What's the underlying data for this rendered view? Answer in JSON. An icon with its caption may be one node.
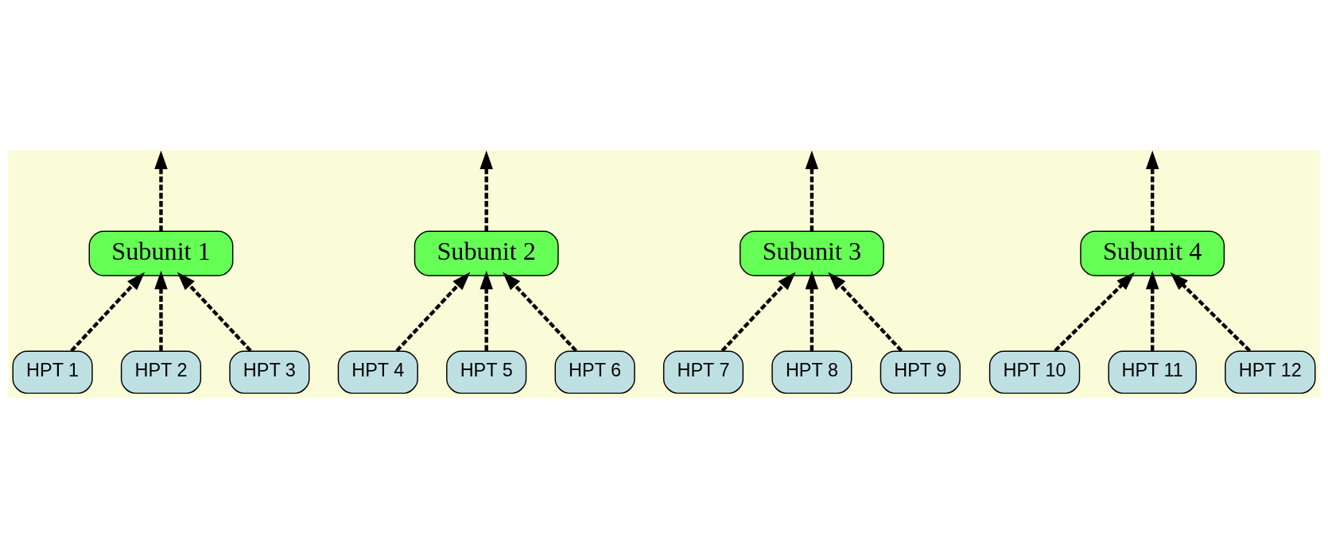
{
  "diagram": {
    "nodes": [
      {
        "text": [
          "Subunit 1"
        ]
      },
      {
        "text": [
          "Subunit 2"
        ]
      },
      {
        "text": [
          "Subunit 3"
        ]
      },
      {
        "text": [
          "Subunit 4"
        ]
      },
      {
        "text": [
          "HPT 1"
        ]
      },
      {
        "text": [
          "HPT 2"
        ]
      },
      {
        "text": [
          "HPT 3"
        ]
      },
      {
        "text": [
          "HPT 4"
        ]
      },
      {
        "text": [
          "HPT 5"
        ]
      },
      {
        "text": [
          "HPT 6"
        ]
      },
      {
        "text": [
          "HPT 7"
        ]
      },
      {
        "text": [
          "HPT 8"
        ]
      },
      {
        "text": [
          "HPT 9"
        ]
      },
      {
        "text": [
          "HPT 10"
        ]
      },
      {
        "text": [
          "HPT 11"
        ]
      },
      {
        "text": [
          "HPT 12"
        ]
      }
    ],
    "edges": [
      {
        "from": 4,
        "to": 0,
        "arrow": "to",
        "style": "dashed"
      },
      {
        "from": 5,
        "to": 0,
        "arrow": "to",
        "style": "dashed"
      },
      {
        "from": 6,
        "to": 0,
        "arrow": "to",
        "style": "dashed"
      },
      {
        "from": 7,
        "to": 1,
        "arrow": "to",
        "style": "dashed"
      },
      {
        "from": 8,
        "to": 1,
        "arrow": "to",
        "style": "dashed"
      },
      {
        "from": 9,
        "to": 1,
        "arrow": "to",
        "style": "dashed"
      },
      {
        "from": 10,
        "to": 2,
        "arrow": "to",
        "style": "dashed"
      },
      {
        "from": 11,
        "to": 2,
        "arrow": "to",
        "style": "dashed"
      },
      {
        "from": 12,
        "to": 2,
        "arrow": "to",
        "style": "dashed"
      },
      {
        "from": 13,
        "to": 3,
        "arrow": "to",
        "style": "dashed"
      },
      {
        "from": 14,
        "to": 3,
        "arrow": "to",
        "style": "dashed"
      },
      {
        "from": 15,
        "to": 3,
        "arrow": "to",
        "style": "dashed"
      },
      {
        "from": 0,
        "to": null,
        "arrow": "to",
        "style": "dashed"
      },
      {
        "from": 1,
        "to": null,
        "arrow": "to",
        "style": "dashed"
      },
      {
        "from": 2,
        "to": null,
        "arrow": "to",
        "style": "dashed"
      },
      {
        "from": 3,
        "to": null,
        "arrow": "to",
        "style": "dashed"
      }
    ]
  }
}
